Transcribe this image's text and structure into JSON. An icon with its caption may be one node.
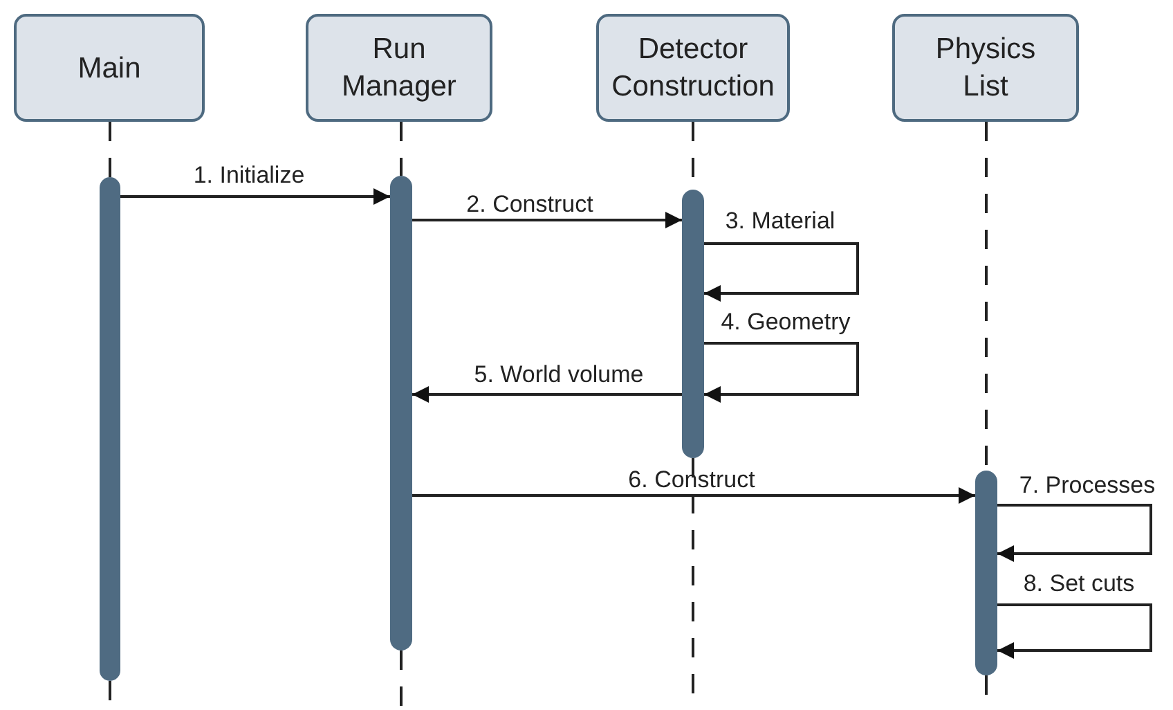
{
  "diagram": {
    "nodes": [
      {
        "text": [
          "Main"
        ]
      },
      {
        "text": [
          "Run Manager"
        ]
      },
      {
        "text": [
          "Detector Construction"
        ]
      },
      {
        "text": [
          "Physics List"
        ]
      },
      {
        "text": [],
        "shape": "bar"
      },
      {
        "text": [],
        "shape": "bar"
      },
      {
        "text": [],
        "shape": "bar"
      },
      {
        "text": [],
        "shape": "bar"
      }
    ],
    "edges": [
      {
        "from": 0,
        "to": 4,
        "arrow": "none",
        "style": "dashed"
      },
      {
        "from": 1,
        "to": 5,
        "arrow": "none",
        "style": "dashed"
      },
      {
        "from": 2,
        "to": 6,
        "arrow": "none",
        "style": "dashed"
      },
      {
        "from": 3,
        "to": 7,
        "arrow": "none",
        "style": "dashed"
      },
      {
        "from": 4,
        "to": 5,
        "arrow": "to",
        "label": "1. Initialize"
      },
      {
        "from": 5,
        "to": 6,
        "arrow": "to",
        "label": "2. Construct"
      },
      {
        "from": 6,
        "to": 6,
        "arrow": "to",
        "label": "3. Material"
      },
      {
        "from": 6,
        "to": 6,
        "arrow": "to",
        "label": "4. Geometry"
      },
      {
        "from": 6,
        "to": 5,
        "arrow": "to",
        "label": "5. World volume"
      },
      {
        "from": 5,
        "to": 7,
        "arrow": "to",
        "label": "6. Construct"
      },
      {
        "from": 7,
        "to": 7,
        "arrow": "to",
        "label": "7. Processes"
      },
      {
        "from": 7,
        "to": 7,
        "arrow": "to",
        "label": "8. Set cuts"
      }
    ]
  }
}
